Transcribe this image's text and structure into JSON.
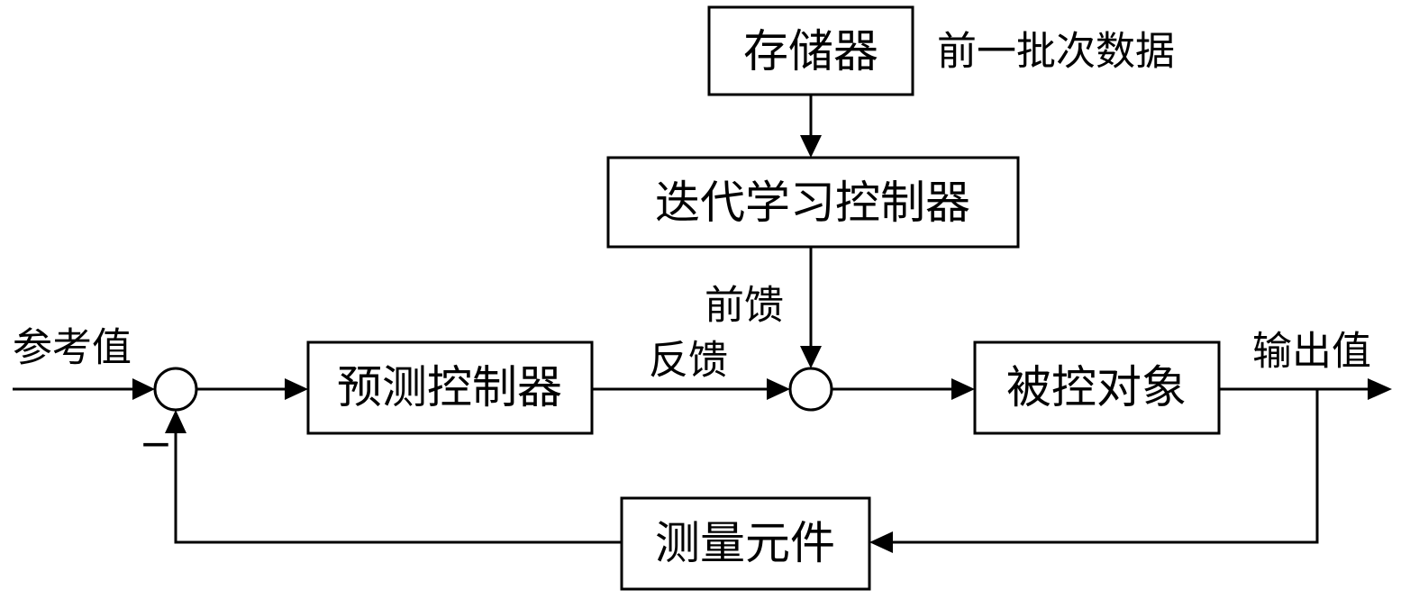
{
  "blocks": {
    "memory": "存储器",
    "ilc": "迭代学习控制器",
    "predictive": "预测控制器",
    "plant": "被控对象",
    "sensor": "测量元件"
  },
  "signals": {
    "previous_batch": "前一批次数据",
    "feedforward": "前馈",
    "feedback": "反馈",
    "reference": "参考值",
    "output": "输出值",
    "minus_sign": "−"
  },
  "colors": {
    "line": "#000000",
    "background": "#ffffff"
  }
}
